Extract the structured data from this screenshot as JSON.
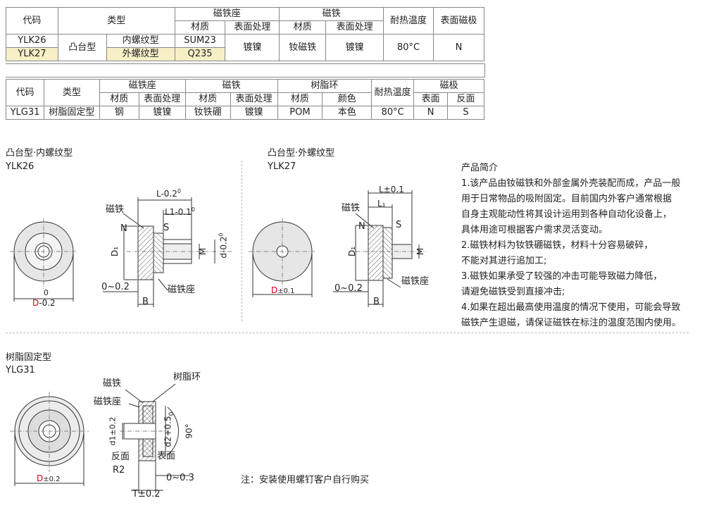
{
  "table1": {
    "h_code": "代码",
    "h_type": "类型",
    "h_seat": "磁铁座",
    "h_magnet": "磁铁",
    "h_material": "材质",
    "h_surface": "表面处理",
    "h_temp": "耐热温度",
    "h_pole": "表面磁极",
    "rows": [
      {
        "code": "YLK26",
        "type": "凸台型",
        "sub": "内螺纹型",
        "seat_mat": "SUM23",
        "seat_surf": "镀镍",
        "mag_mat": "钕磁铁",
        "mag_surf": "镀镍",
        "temp": "80°C",
        "pole": "N"
      },
      {
        "code": "YLK27",
        "sub": "外螺纹型",
        "seat_mat": "Q235"
      }
    ]
  },
  "table2": {
    "h_code": "代码",
    "h_type": "类型",
    "h_seat": "磁铁座",
    "h_magnet": "磁铁",
    "h_ring": "树脂环",
    "h_material": "材质",
    "h_surface": "表面处理",
    "h_color": "颜色",
    "h_temp": "耐热温度",
    "h_pole": "磁极",
    "h_front": "表面",
    "h_back": "反面",
    "row": {
      "code": "YLG31",
      "type": "树脂固定型",
      "seat_mat": "钢",
      "seat_surf": "镀镍",
      "mag_mat": "钕铁硼",
      "mag_surf": "镀镍",
      "ring_mat": "POM",
      "ring_color": "本色",
      "temp": "80°C",
      "front": "N",
      "back": "S"
    }
  },
  "fig1": {
    "title": "凸台型·内螺纹型",
    "code": "YLK26",
    "magnet": "磁铁",
    "N": "N",
    "S": "S",
    "D1": "D₁",
    "M": "M",
    "d": "d-0.2",
    "d_sup": "0",
    "L": "L-0.2",
    "L_sup": "0",
    "L1": "L1-0.1",
    "L1_sup": "0",
    "gap": "0~0.2",
    "B": "B",
    "seat": "磁铁座",
    "D": "D",
    "D_tol": "-0.2",
    "D_sup": "0"
  },
  "fig2": {
    "title": "凸台型·外螺纹型",
    "code": "YLK27",
    "L": "L±0.1",
    "L1": "L₁",
    "magnet": "磁铁",
    "N": "N",
    "S": "S",
    "D1": "D₁",
    "M": "M",
    "gap": "0~0.2",
    "B": "B",
    "seat": "磁铁座",
    "D": "D",
    "D_tol": "±0.1"
  },
  "fig3": {
    "title": "树脂固定型",
    "code": "YLG31",
    "magnet": "磁铁",
    "seat": "磁铁座",
    "ring": "树脂环",
    "d1": "d1±0.2",
    "d2": "d2+0.5",
    "d2_sub": "0",
    "angle": "90°",
    "back": "反面",
    "front": "表面",
    "R2": "R2",
    "gap": "0~0.3",
    "T": "T±0.2",
    "D": "D",
    "D_tol": "±0.2"
  },
  "intro": {
    "heading": "产品简介",
    "lines": [
      "1.该产品由钕磁铁和外部金属外壳装配而成，产品一般",
      "用于日常物品的吸附固定。目前国内外客户通常根据",
      "自身主观能动性将其设计运用到各种自动化设备上，",
      "具体用途可根据客户需求灵活变动。",
      "2.磁铁材料为钕铁硼磁铁，材料十分容易破碎，",
      "不能对其进行追加工;",
      "3.磁铁如果承受了较强的冲击可能导致磁力降低，",
      "请避免磁铁受到直接冲击;",
      "4.如果在超出最高使用温度的情况下使用，可能会导致",
      "磁铁产生退磁，请保证磁铁在标注的温度范围内使用。"
    ]
  },
  "note": "注：安装使用螺钉客户自行购买",
  "colors": {
    "highlight": "#f7efc6",
    "accent": "#d0021b",
    "hatch": "#555"
  }
}
